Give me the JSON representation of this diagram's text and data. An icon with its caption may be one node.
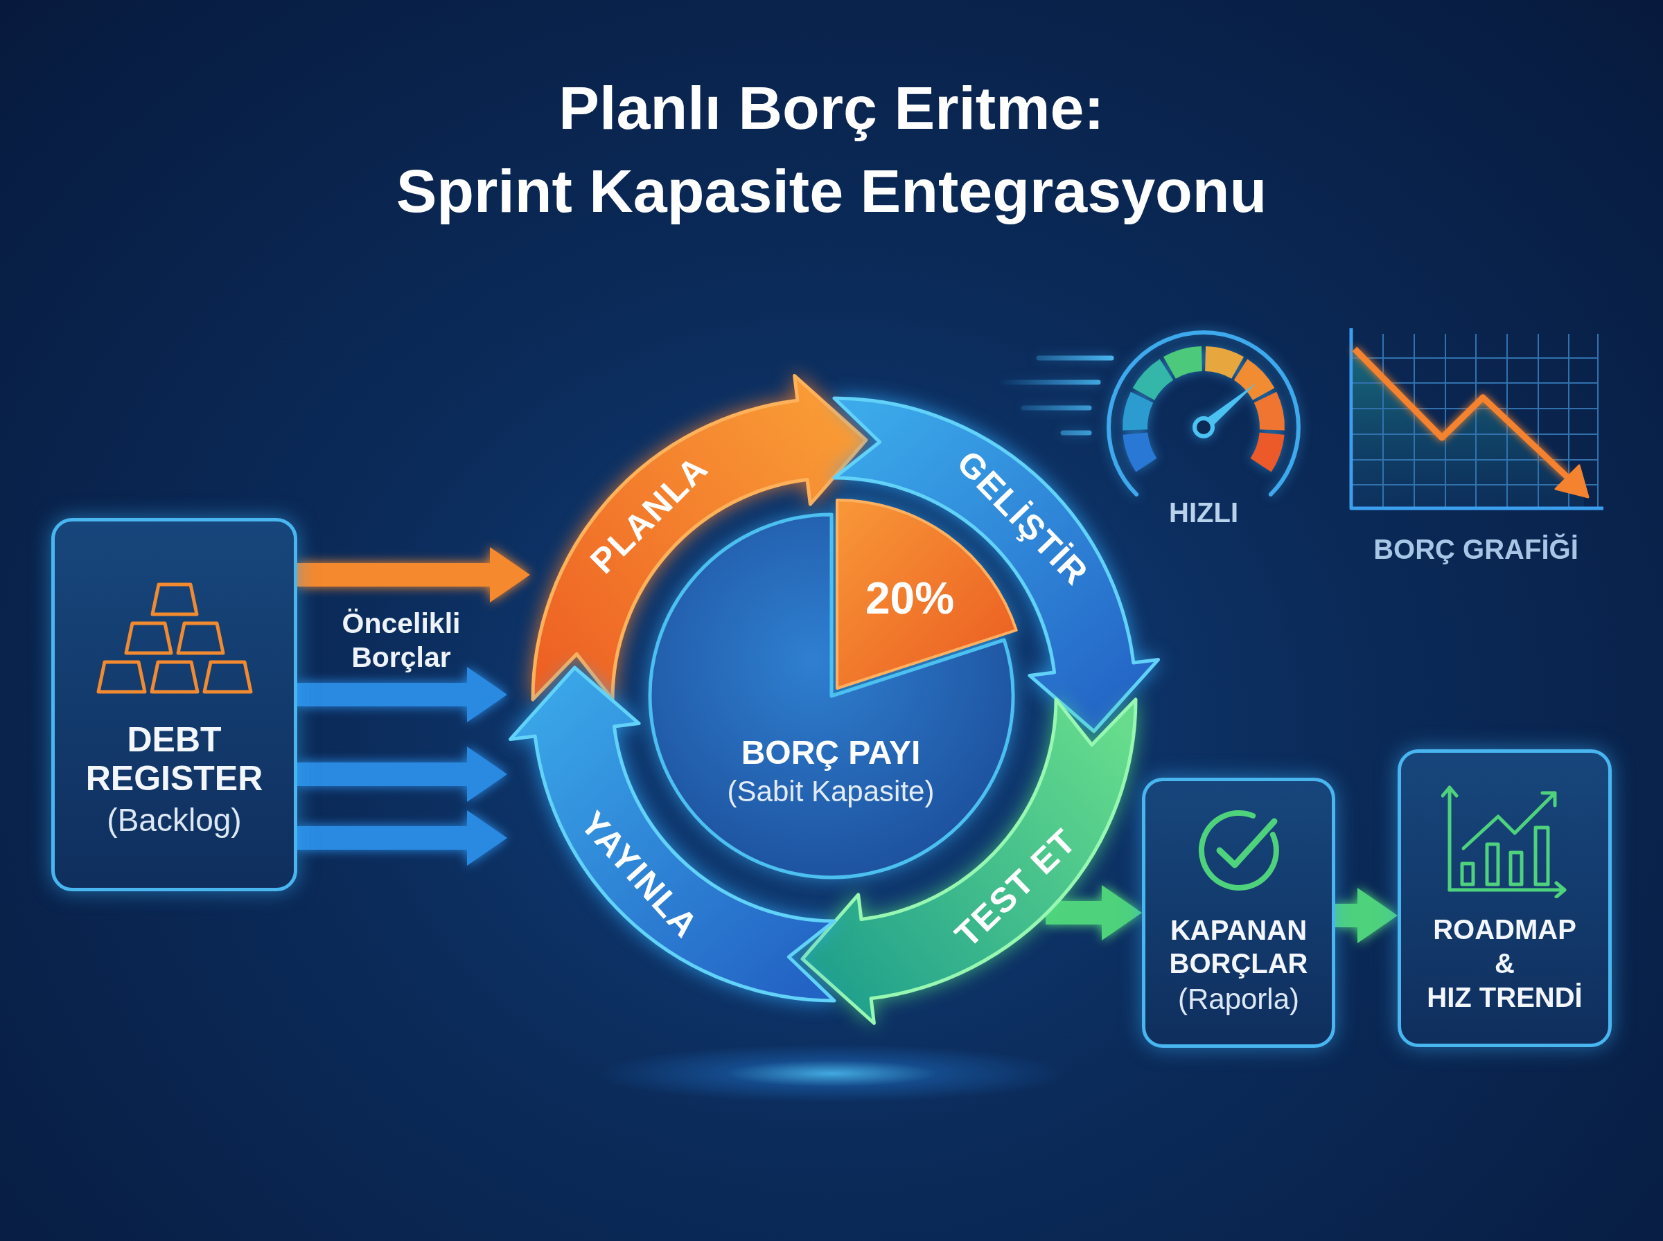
{
  "diagram": {
    "title": "Planlı Borç Eritme: Sprint Kapasite Entegrasyonu",
    "nodes": [
      {
        "text": [
          "DEBT REGISTER",
          "(Backlog)"
        ]
      },
      {
        "text": [
          "PLANLA"
        ]
      },
      {
        "text": [
          "GELİŞTİR"
        ]
      },
      {
        "text": [
          "20%",
          "BORÇ PAYI",
          "(Sabit Kapasite)"
        ]
      },
      {
        "text": [
          "TEST ET"
        ]
      },
      {
        "text": [
          "YAYINLA"
        ]
      },
      {
        "text": [
          "KAPANAN BORÇLAR",
          "(Raporla)"
        ]
      },
      {
        "text": [
          "ROADMAP & HIZ TRENDİ"
        ]
      }
    ],
    "edges": [
      {
        "from": 0,
        "to": 1,
        "arrow": "to",
        "color": "#f5892e"
      },
      {
        "from": 0,
        "to": 5,
        "arrow": "to"
      },
      {
        "from": 0,
        "to": 5,
        "arrow": "to"
      },
      {
        "from": 0,
        "to": 5,
        "arrow": "to"
      },
      {
        "from": 4,
        "to": 6,
        "arrow": "to",
        "color": "#4fd27c"
      },
      {
        "from": 6,
        "to": 7,
        "arrow": "to",
        "color": "#4fd27c"
      }
    ],
    "labels": [
      "HIZLI",
      "BORÇ GRAFİĞİ",
      "Öncelikli Borçlar"
    ]
  }
}
